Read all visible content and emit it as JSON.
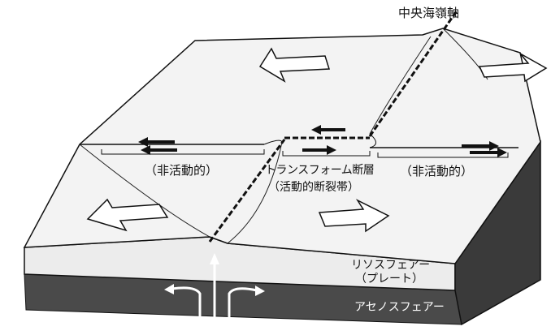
{
  "labels": {
    "ridge_axis": "中央海嶺軸",
    "inactive_left": "（非活動的）",
    "inactive_right": "（非活動的）",
    "transform_fault": "トランスフォーム断層",
    "active_fracture_zone": "（活動的断裂帯）",
    "lithosphere": "リソスフェアー",
    "plate": "（プレート）",
    "asthenosphere": "アセノスフェアー"
  },
  "colors": {
    "plate_top": "#f2f2f2",
    "lithosphere_side": "#e9e9e9",
    "asthenosphere": "#4a4a4a",
    "right_face": "#3a3a3a",
    "line": "#111111",
    "white_arrow": "#ffffff"
  }
}
